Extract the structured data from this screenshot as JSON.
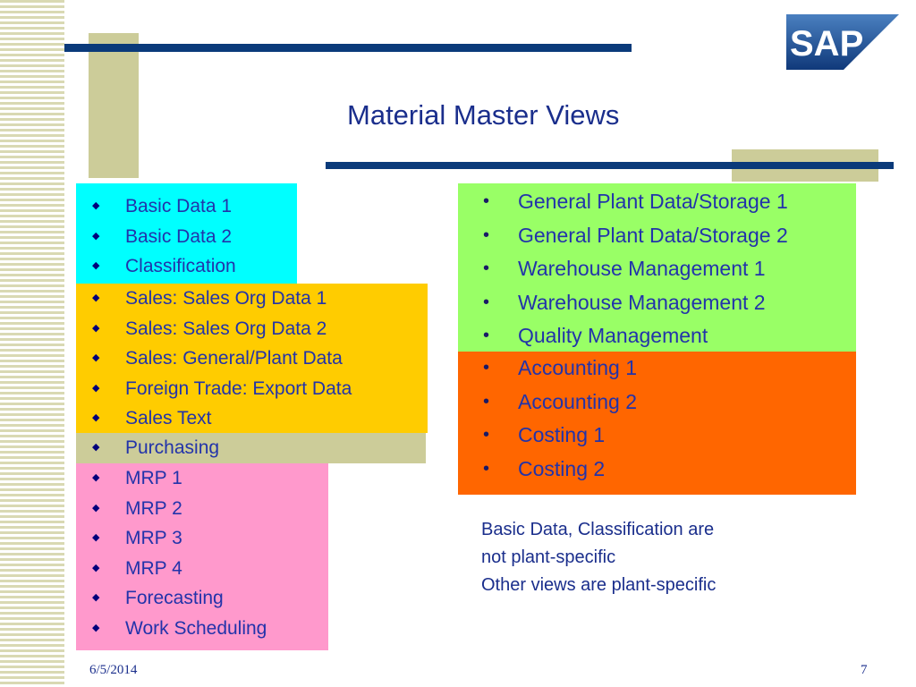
{
  "slide": {
    "title": "Material Master Views",
    "logo_text": "SAP",
    "date": "6/5/2014",
    "page_number": "7"
  },
  "left_groups": [
    {
      "name": "basic",
      "color": "#00ffff",
      "items": [
        "Basic Data 1",
        "Basic Data 2",
        "Classification"
      ]
    },
    {
      "name": "sales",
      "color": "#ffcc00",
      "items": [
        "Sales: Sales Org Data 1",
        "Sales: Sales Org Data 2",
        "Sales: General/Plant Data",
        "Foreign Trade: Export Data",
        "Sales Text"
      ]
    },
    {
      "name": "purchasing",
      "color": "#cccc99",
      "items": [
        "Purchasing"
      ]
    },
    {
      "name": "mrp",
      "color": "#ff99cc",
      "items": [
        "MRP 1",
        "MRP 2",
        "MRP 3",
        "MRP 4",
        "Forecasting",
        "Work Scheduling"
      ]
    }
  ],
  "right_groups": [
    {
      "name": "plant",
      "color": "#99ff66",
      "items": [
        "General Plant Data/Storage 1",
        "General Plant Data/Storage 2",
        "Warehouse Management 1",
        "Warehouse Management 2",
        "Quality Management"
      ]
    },
    {
      "name": "accounting",
      "color": "#ff6600",
      "items": [
        "Accounting 1",
        "Accounting 2",
        "Costing 1",
        "Costing 2"
      ]
    }
  ],
  "note_lines": [
    "Basic Data, Classification are",
    "not plant-specific",
    "Other views are plant-specific"
  ],
  "colors": {
    "title": "#1a2e8c",
    "navy_bar": "#0a3a7a",
    "tan": "#cccc99",
    "logo_blue": "#1a4a8f"
  }
}
